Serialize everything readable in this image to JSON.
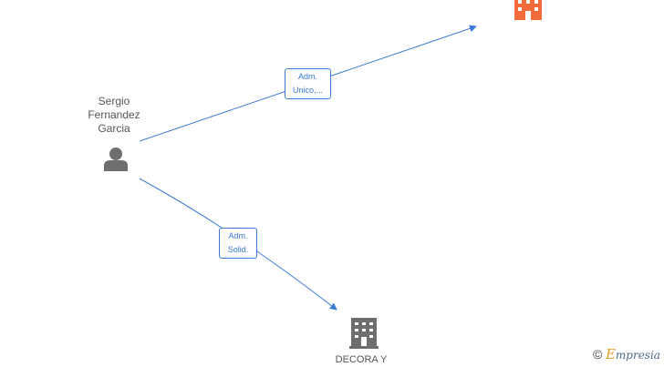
{
  "person": {
    "name_lines": [
      "Sergio",
      "Fernandez",
      "Garcia"
    ],
    "icon": "person-icon"
  },
  "companies": [
    {
      "label": "",
      "icon": "building-icon",
      "color": "#f26b3a"
    },
    {
      "label": "DECORA Y",
      "icon": "building-icon",
      "color": "#6e6e6e"
    }
  ],
  "edges": [
    {
      "lines": [
        "Adm.",
        "Unico,..."
      ]
    },
    {
      "lines": [
        "Adm.",
        "Solid."
      ]
    }
  ],
  "colors": {
    "edge": "#3a7bd5",
    "person": "#6e6e6e"
  },
  "watermark": {
    "copyright": "©",
    "brand_initial": "E",
    "brand_rest": "mpresia"
  }
}
